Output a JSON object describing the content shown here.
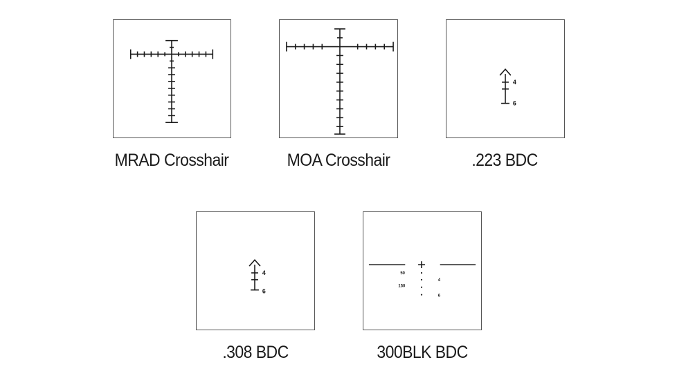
{
  "reticles": {
    "mrad": {
      "caption": "MRAD Crosshair"
    },
    "moa": {
      "caption": "MOA Crosshair"
    },
    "bdc223": {
      "caption": ".223 BDC",
      "marks": [
        "4",
        "6"
      ]
    },
    "bdc308": {
      "caption": ".308 BDC",
      "marks": [
        "4",
        "6"
      ]
    },
    "blk300": {
      "caption": "300BLK BDC",
      "ranges": [
        "50",
        "150"
      ],
      "marks": [
        "4",
        "6"
      ]
    }
  },
  "colors": {
    "line": "#1a1a1a",
    "border": "#555555",
    "background": "#ffffff"
  }
}
